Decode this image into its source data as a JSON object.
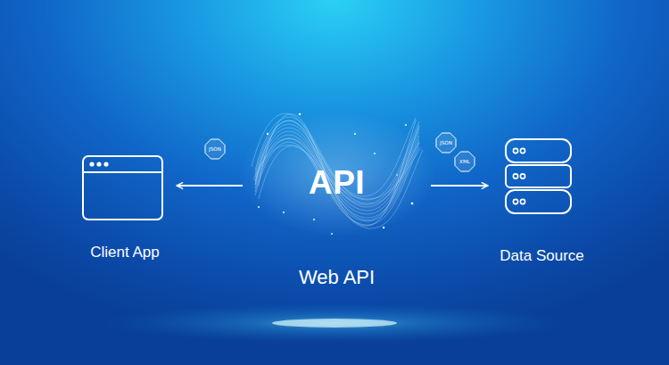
{
  "diagram": {
    "nodes": [
      {
        "text": [
          "Client App"
        ]
      },
      {
        "text": [
          "JSON"
        ]
      },
      {
        "text": [
          "API",
          "Web API"
        ]
      },
      {
        "text": [
          "JSON"
        ]
      },
      {
        "text": [
          "XML"
        ]
      },
      {
        "text": [
          "Data Source"
        ]
      }
    ],
    "edges": [
      {
        "from": 2,
        "to": 0,
        "arrow": "to"
      },
      {
        "from": 2,
        "to": 5,
        "arrow": "to"
      }
    ]
  }
}
